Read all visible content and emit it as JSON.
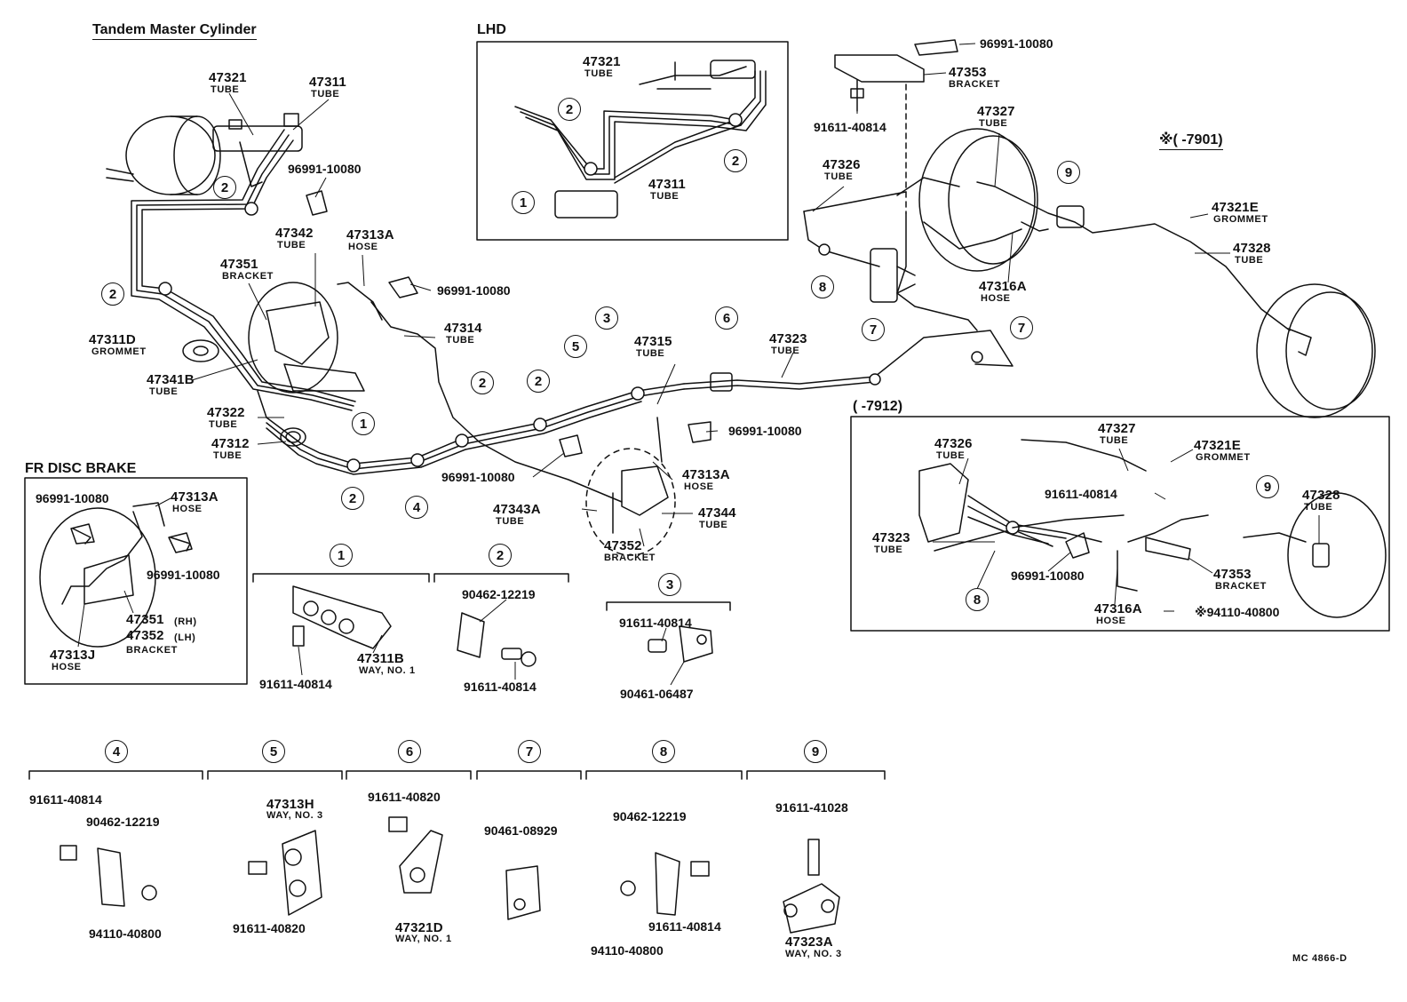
{
  "titles": {
    "tandem_master_cylinder": "Tandem Master Cylinder",
    "lhd": "LHD",
    "fr_disc_brake": "FR DISC BRAKE",
    "range_early": "※(      -7901)",
    "range_late": "(      -7912)",
    "drawing_code": "MC 4866-D"
  },
  "labels": {
    "tube": "TUBE",
    "hose": "HOSE",
    "bracket": "BRACKET",
    "grommet": "GROMMET",
    "way_no1": "WAY, NO. 1",
    "way_no3": "WAY, NO. 3",
    "rh": "(RH)",
    "lh": "(LH)"
  },
  "parts": {
    "p47321": "47321",
    "p47311": "47311",
    "p96991": "96991-10080",
    "p47342": "47342",
    "p47313A": "47313A",
    "p47351": "47351",
    "p47311D": "47311D",
    "p47341B": "47341B",
    "p47314": "47314",
    "p47322": "47322",
    "p47312": "47312",
    "p47315": "47315",
    "p47323": "47323",
    "p47343A": "47343A",
    "p47344": "47344",
    "p47352": "47352",
    "p47353": "47353",
    "p91611_40814": "91611-40814",
    "p47327": "47327",
    "p47326": "47326",
    "p47316A": "47316A",
    "p47321E": "47321E",
    "p47328": "47328",
    "p47313J": "47313J",
    "p47311B": "47311B",
    "p90462": "90462-12219",
    "p90461_06487": "90461-06487",
    "p94110": "94110-40800",
    "p94110_star": "※94110-40800",
    "p47313H": "47313H",
    "p91611_40820": "91611-40820",
    "p47321D": "47321D",
    "p90461_08929": "90461-08929",
    "p91611_41028": "91611-41028",
    "p47323A": "47323A"
  },
  "callouts": [
    "1",
    "2",
    "3",
    "4",
    "5",
    "6",
    "7",
    "8",
    "9"
  ]
}
